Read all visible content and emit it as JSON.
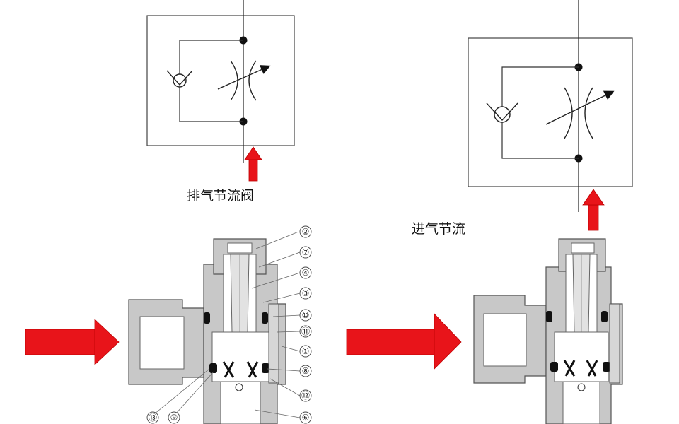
{
  "labels": {
    "exhaust": "排气节流阀",
    "intake": "进气节流"
  },
  "callouts": [
    "②",
    "⑦",
    "④",
    "③",
    "⑩",
    "⑪",
    "①",
    "⑧",
    "⑫",
    "⑥",
    "⑬",
    "⑨"
  ],
  "colors": {
    "flow_arrow": "#e8141a",
    "body": "#c8c8c8",
    "seal": "#111111"
  },
  "icons": [
    "flow-arrow-right",
    "flow-arrow-up",
    "check-valve-symbol",
    "adjustable-throttle-symbol"
  ]
}
